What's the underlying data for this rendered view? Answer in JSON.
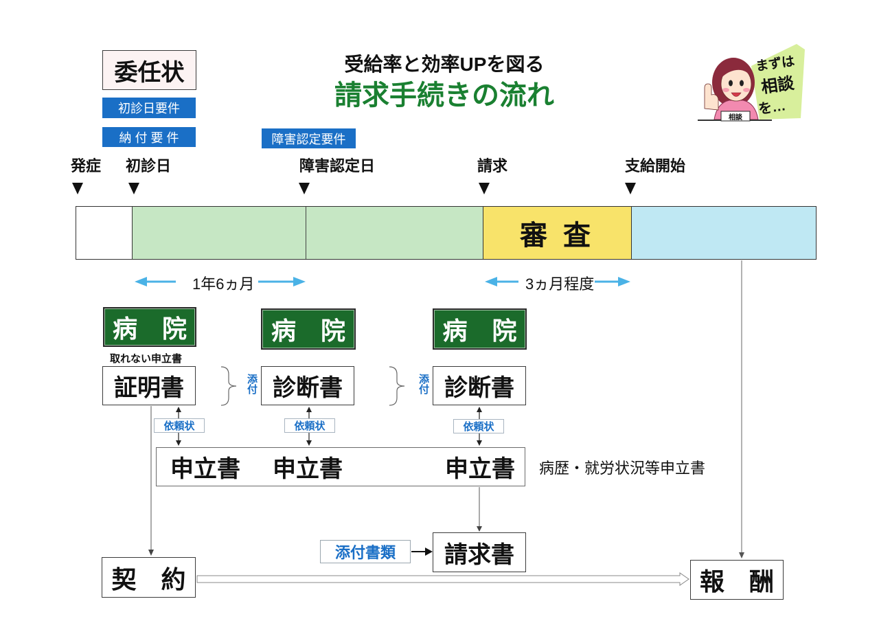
{
  "title": {
    "subtitle": "受給率と効率UPを図る",
    "main": "請求手続きの流れ"
  },
  "mascot": {
    "speech": [
      "まずは",
      "相談",
      "を…"
    ],
    "nameplate": "相談"
  },
  "requirements": {
    "power_of_attorney": "委任状",
    "first_visit": "初診日要件",
    "payment": "納 付 要 件",
    "disability": "障害認定要件"
  },
  "milestones": [
    "発症",
    "初診日",
    "障害認定日",
    "請求",
    "支給開始"
  ],
  "timeline": {
    "review": "審 査"
  },
  "durations": {
    "until_recognition": "1年6ヵ月",
    "review_period": "3ヵ月程度"
  },
  "hospitals": [
    "病　院",
    "病　院",
    "病　院"
  ],
  "documents": {
    "note": "取れない申立書",
    "certificate": "証明書",
    "diagnosis": [
      "診断書",
      "診断書"
    ],
    "attach": [
      "添付",
      "添付"
    ],
    "request_letter": [
      "依頼状",
      "依頼状",
      "依頼状"
    ],
    "statements": [
      "申立書",
      "申立書",
      "申立書"
    ],
    "statement_caption": "病歴・就労状況等申立書",
    "attachments": "添付書類",
    "claim_form": "請求書",
    "contract": "契　約",
    "fee": "報　酬"
  },
  "icons": {
    "mascot": "consultant-woman-icon",
    "milestone_marker": "down-triangle-icon"
  },
  "colors": {
    "title_green": "#1a8031",
    "hospital_green": "#1b6b2b",
    "requirement_blue": "#1a6fc6",
    "duration_arrow": "#4ab2e6",
    "waiting_period": "#c6e7c4",
    "review_period": "#f8e36a",
    "payment_period": "#bfe8f3"
  }
}
